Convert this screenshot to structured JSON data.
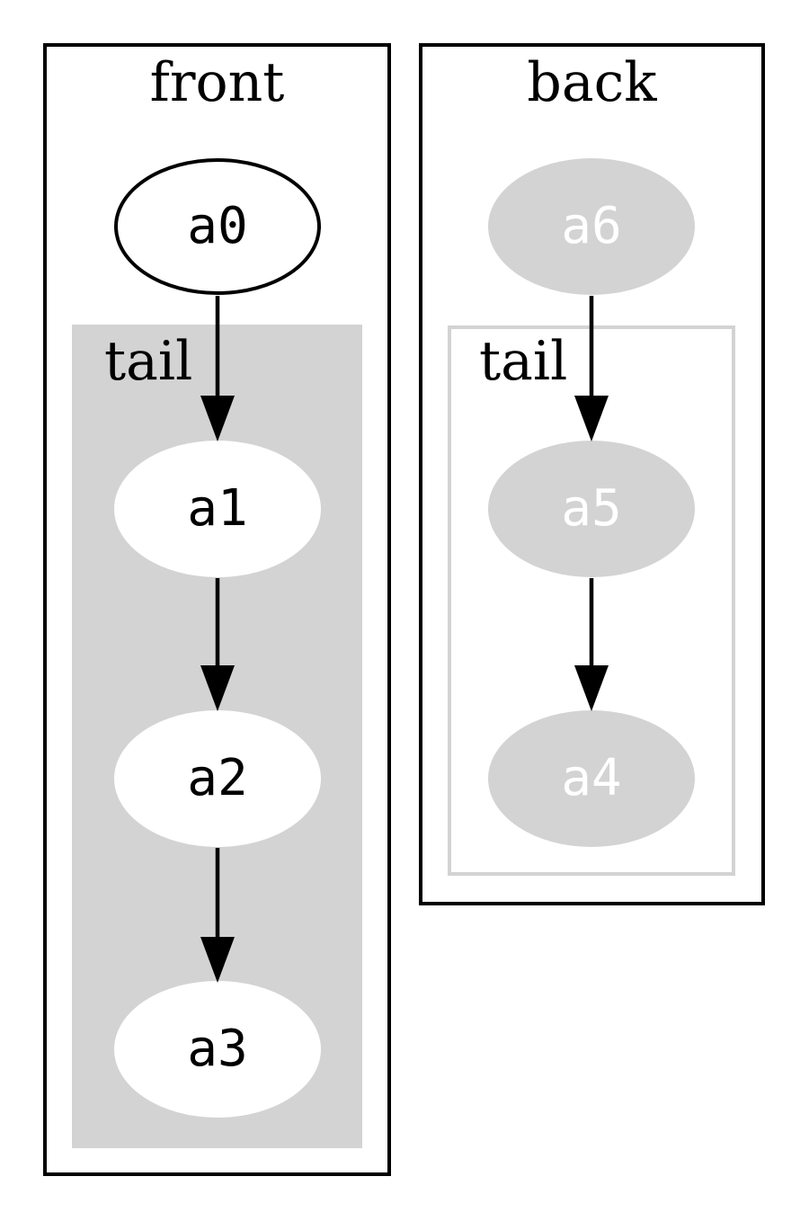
{
  "diagram": {
    "type": "graphviz-cluster-digraph",
    "clusters": {
      "front": {
        "label": "front",
        "tail_label": "tail"
      },
      "back": {
        "label": "back",
        "tail_label": "tail"
      }
    },
    "nodes": {
      "a0": {
        "label": "a0",
        "fill": "#ffffff",
        "text_color": "#000000",
        "outlined": true
      },
      "a1": {
        "label": "a1",
        "fill": "#ffffff",
        "text_color": "#000000",
        "outlined": false
      },
      "a2": {
        "label": "a2",
        "fill": "#ffffff",
        "text_color": "#000000",
        "outlined": false
      },
      "a3": {
        "label": "a3",
        "fill": "#ffffff",
        "text_color": "#000000",
        "outlined": false
      },
      "a4": {
        "label": "a4",
        "fill": "#d3d3d3",
        "text_color": "#ffffff",
        "outlined": false
      },
      "a5": {
        "label": "a5",
        "fill": "#d3d3d3",
        "text_color": "#ffffff",
        "outlined": false
      },
      "a6": {
        "label": "a6",
        "fill": "#d3d3d3",
        "text_color": "#ffffff",
        "outlined": false
      }
    },
    "edges": [
      {
        "from": "a0",
        "to": "a1"
      },
      {
        "from": "a1",
        "to": "a2"
      },
      {
        "from": "a2",
        "to": "a3"
      },
      {
        "from": "a6",
        "to": "a5"
      },
      {
        "from": "a5",
        "to": "a4"
      }
    ],
    "colors": {
      "background": "#ffffff",
      "cluster_border": "#000000",
      "front_tail_fill": "#d3d3d3",
      "back_tail_border": "#d3d3d3",
      "node_gray_fill": "#d3d3d3",
      "edge_color": "#000000"
    }
  }
}
